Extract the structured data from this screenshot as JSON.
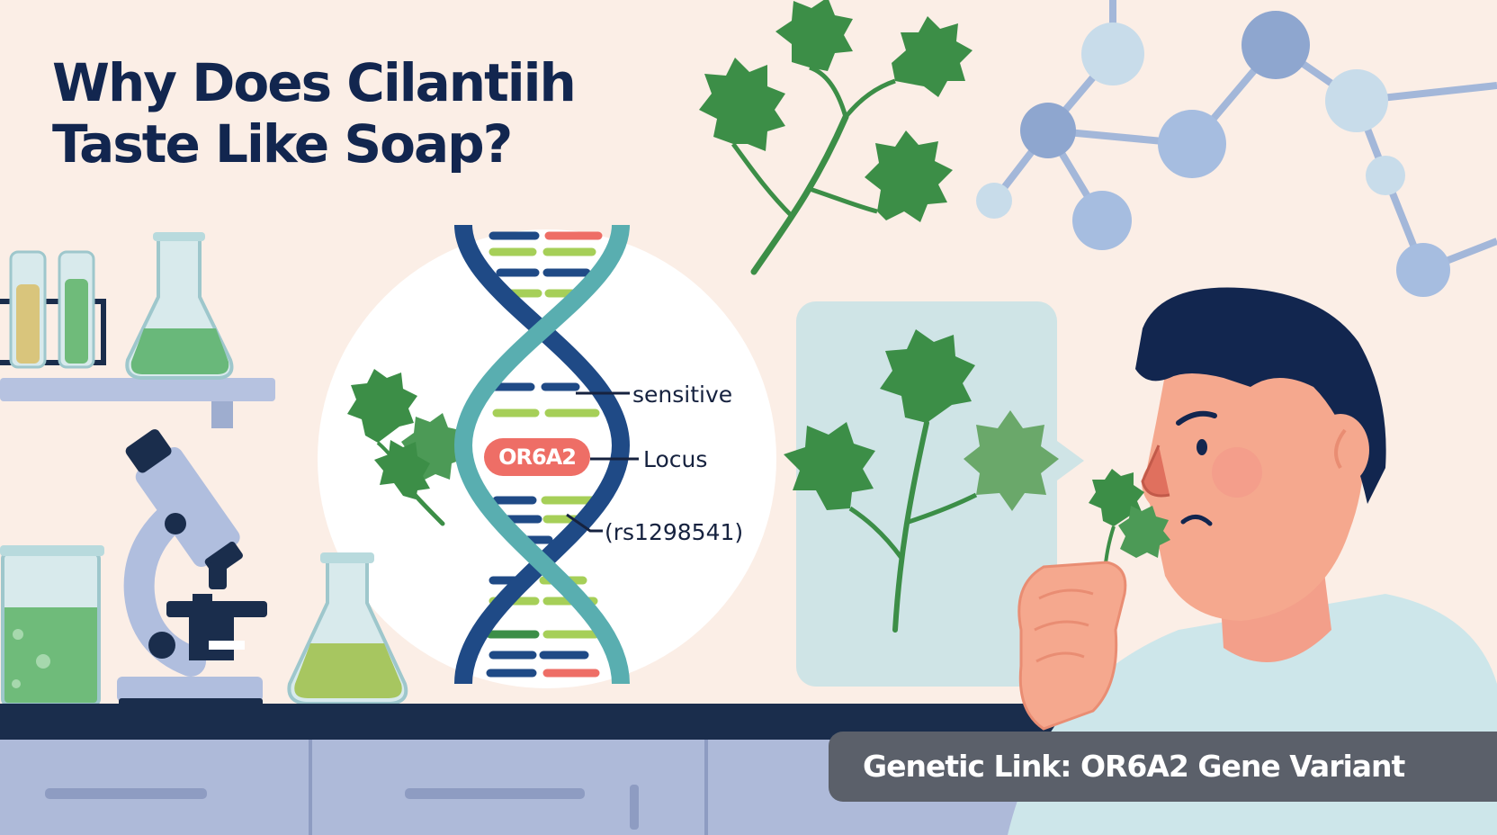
{
  "title": {
    "line1": "Why Does Cilantiih",
    "line2": "Taste Like Soap?"
  },
  "dna": {
    "labels": {
      "sensitive": "sensitive",
      "gene": "OR6A2",
      "locus": "Locus",
      "snp": "(rs1298541)"
    }
  },
  "banner": {
    "text": "Genetic Link: OR6A2 Gene Variant"
  },
  "icons": [
    "test-tube-icon",
    "flask-icon",
    "microscope-icon",
    "beaker-icon",
    "cilantro-leaf-icon",
    "molecule-icon",
    "dna-helix-icon",
    "person-icon"
  ],
  "colors": {
    "background": "#fbeee6",
    "title": "#12264f",
    "helix_dark": "#1f4a86",
    "helix_teal": "#59aeb0",
    "gene_pill": "#ee6e66",
    "leaf": "#3c8e47",
    "counter": "#1a2d4c",
    "banner": "#5b606a"
  }
}
